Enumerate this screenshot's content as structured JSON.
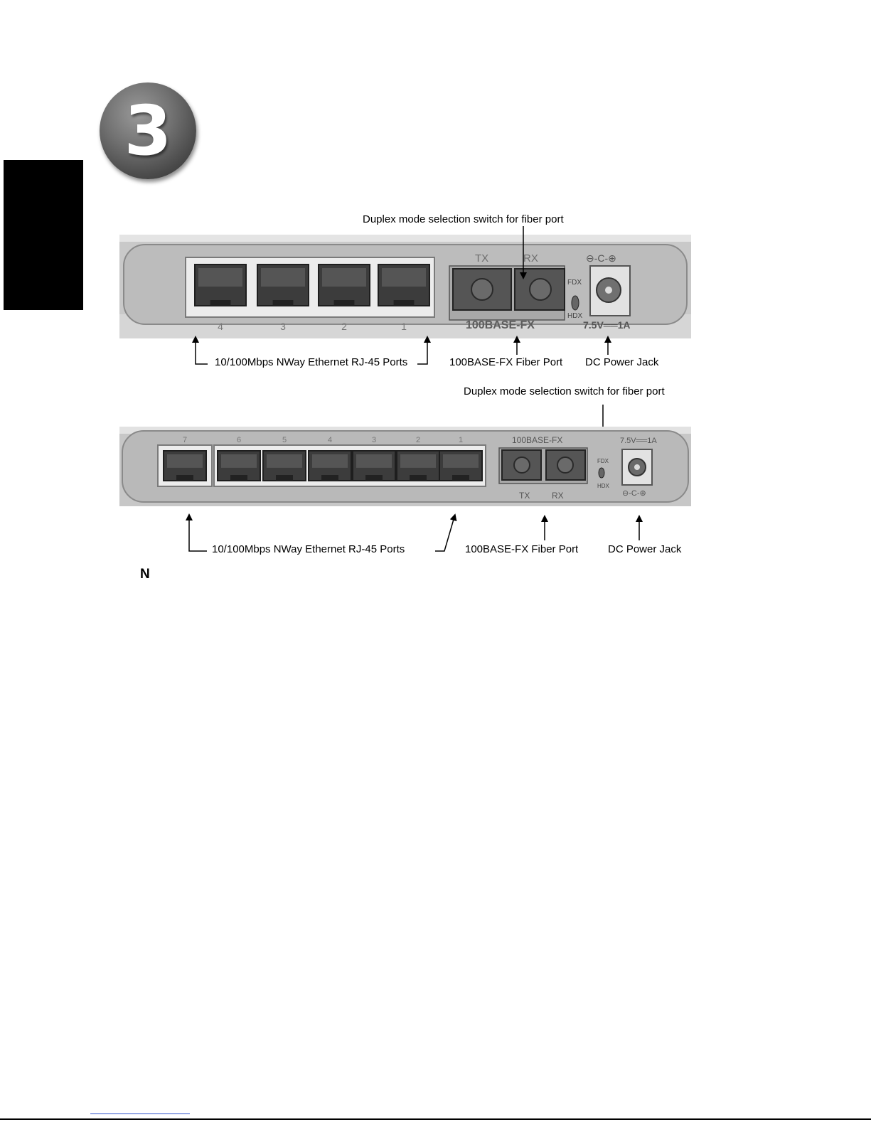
{
  "step": {
    "number": "3"
  },
  "figure1": {
    "duplex_label": "Duplex mode selection switch for fiber port",
    "rj45_label": "10/100Mbps NWay Ethernet RJ-45 Ports",
    "fiber_label": "100BASE-FX Fiber Port",
    "power_label": "DC Power Jack",
    "port_numbers": [
      "4",
      "3",
      "2",
      "1"
    ],
    "tx": "TX",
    "rx": "RX",
    "fiber_model": "100BASE-FX",
    "fdx": "FDX",
    "hdx": "HDX",
    "power_rating": "7.5V══1A"
  },
  "figure2": {
    "duplex_label": "Duplex mode selection switch for fiber port",
    "rj45_label": "10/100Mbps NWay Ethernet RJ-45 Ports",
    "fiber_label": "100BASE-FX Fiber Port",
    "power_label": "DC Power Jack",
    "port_numbers": [
      "7",
      "6",
      "5",
      "4",
      "3",
      "2",
      "1"
    ],
    "tx": "TX",
    "rx": "RX",
    "fiber_model": "100BASE-FX",
    "fdx": "FDX",
    "hdx": "HDX",
    "power_rating": "7.5V══1A"
  },
  "note": {
    "letter": "N"
  }
}
